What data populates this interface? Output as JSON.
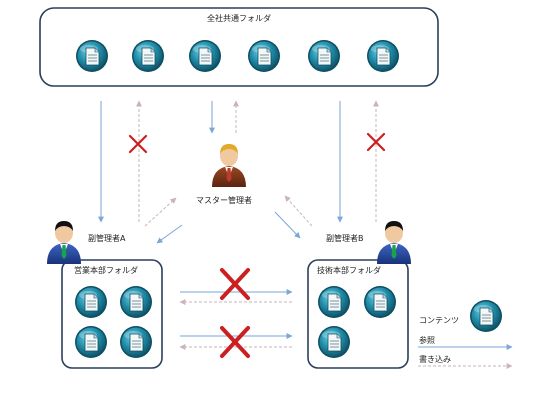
{
  "shared_folder": {
    "label": "全社共通フォルダ",
    "file_count": 6
  },
  "master": {
    "label": "マスター管理者"
  },
  "sub_admin_a": {
    "label": "副管理者A"
  },
  "sub_admin_b": {
    "label": "副管理者B"
  },
  "sales_folder": {
    "label": "営業本部フォルダ",
    "file_count": 4
  },
  "tech_folder": {
    "label": "技術本部フォルダ",
    "file_count": 3
  },
  "legend": {
    "content_label": "コンテンツ",
    "reference_label": "参照",
    "write_label": "書き込み"
  },
  "colors": {
    "reference_arrow": "#7aa6d8",
    "write_arrow": "#c9b4be",
    "denied_cross": "#cc1f1f",
    "folder_border": "#2c3e5c",
    "file_icon": "#1f8aa6"
  },
  "icons": {
    "file": "document-icon",
    "person": "person-icon",
    "deny": "cross-icon"
  }
}
